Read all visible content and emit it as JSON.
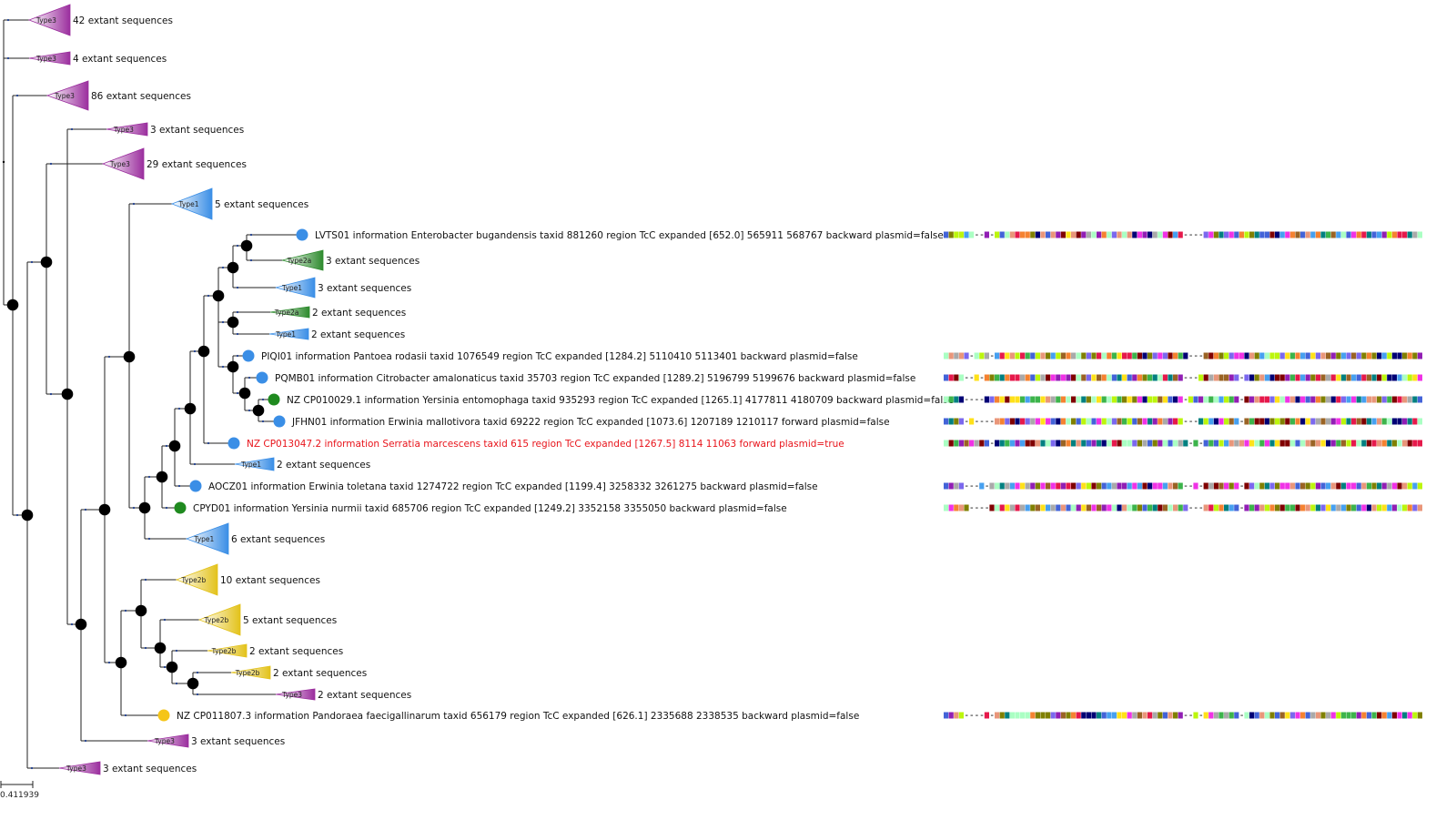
{
  "colors": {
    "Type3": "#9b2e9e",
    "Type1": "#3a8ee6",
    "Type2a": "#2e8b2e",
    "Type2b": "#e3c21a",
    "node": "#000000",
    "branch": "#222222",
    "highlight": "#e8141b"
  },
  "clades": [
    {
      "id": "c1",
      "type": "Type3",
      "label": "42 extant sequences"
    },
    {
      "id": "c2",
      "type": "Type3",
      "label": "4 extant sequences"
    },
    {
      "id": "c3",
      "type": "Type3",
      "label": "86 extant sequences"
    },
    {
      "id": "c4",
      "type": "Type3",
      "label": "3 extant sequences"
    },
    {
      "id": "c5",
      "type": "Type3",
      "label": "29 extant sequences"
    },
    {
      "id": "c6",
      "type": "Type1",
      "label": "5 extant sequences"
    },
    {
      "id": "c7",
      "type": "Type2a",
      "label": "3 extant sequences"
    },
    {
      "id": "c8",
      "type": "Type1",
      "label": "3 extant sequences"
    },
    {
      "id": "c9",
      "type": "Type2a",
      "label": "2 extant sequences"
    },
    {
      "id": "c10",
      "type": "Type1",
      "label": "2 extant sequences"
    },
    {
      "id": "c11",
      "type": "Type1",
      "label": "2 extant sequences"
    },
    {
      "id": "c12",
      "type": "Type1",
      "label": "6 extant sequences"
    },
    {
      "id": "c13",
      "type": "Type2b",
      "label": "10 extant sequences"
    },
    {
      "id": "c14",
      "type": "Type2b",
      "label": "5 extant sequences"
    },
    {
      "id": "c15",
      "type": "Type2b",
      "label": "2 extant sequences"
    },
    {
      "id": "c16",
      "type": "Type2b",
      "label": "2 extant sequences"
    },
    {
      "id": "c17",
      "type": "Type3",
      "label": "2 extant sequences"
    },
    {
      "id": "c18",
      "type": "Type3",
      "label": "3 extant sequences"
    },
    {
      "id": "c19",
      "type": "Type3",
      "label": "3 extant sequences"
    }
  ],
  "leaves": [
    {
      "id": "l1",
      "dot": "#3a8ee6",
      "highlight": false,
      "label": "LVTS01 information Enterobacter bugandensis taxid 881260 region TcC expanded [652.0] 565911 568767 backward plasmid=false"
    },
    {
      "id": "l2",
      "dot": "#3a8ee6",
      "highlight": false,
      "label": "PIQI01 information Pantoea rodasii taxid 1076549 region TcC expanded [1284.2] 5110410 5113401 backward plasmid=false"
    },
    {
      "id": "l3",
      "dot": "#3a8ee6",
      "highlight": false,
      "label": "PQMB01 information Citrobacter amalonaticus taxid 35703 region TcC expanded [1289.2] 5196799 5199676 backward plasmid=false"
    },
    {
      "id": "l4",
      "dot": "#1f8a1f",
      "highlight": false,
      "label": "NZ CP010029.1 information Yersinia entomophaga taxid 935293 region TcC expanded [1265.1] 4177811 4180709 backward plasmid=false"
    },
    {
      "id": "l5",
      "dot": "#3a8ee6",
      "highlight": false,
      "label": "JFHN01 information Erwinia mallotivora taxid 69222 region TcC expanded [1073.6] 1207189 1210117 forward plasmid=false"
    },
    {
      "id": "l6",
      "dot": "#3a8ee6",
      "highlight": true,
      "label": "NZ CP013047.2 information Serratia marcescens taxid 615 region TcC expanded [1267.5] 8114 11063 forward plasmid=true"
    },
    {
      "id": "l7",
      "dot": "#3a8ee6",
      "highlight": false,
      "label": "AOCZ01 information Erwinia toletana taxid 1274722 region TcC expanded [1199.4] 3258332 3261275 backward plasmid=false"
    },
    {
      "id": "l8",
      "dot": "#1f8a1f",
      "highlight": false,
      "label": "CPYD01 information Yersinia nurmii taxid 685706 region TcC expanded [1249.2] 3352158 3355050 backward plasmid=false"
    },
    {
      "id": "l9",
      "dot": "#f5c518",
      "highlight": false,
      "label": "NZ CP011807.3 information Pandoraea faecigallinarum taxid 656179 region TcC expanded [626.1] 2335688 2338535 backward plasmid=false"
    }
  ],
  "alignment_palette": [
    "#3cb44b",
    "#e6194b",
    "#4363d8",
    "#f58231",
    "#911eb4",
    "#46a0f0",
    "#f032e6",
    "#bcf60c",
    "#008080",
    "#9a6324",
    "#800000",
    "#aaffc3",
    "#808000",
    "#000075",
    "#a9a9a9",
    "#ffe119",
    "#7b68ee",
    "#e9967a"
  ],
  "scale": {
    "label": "0.411939"
  }
}
